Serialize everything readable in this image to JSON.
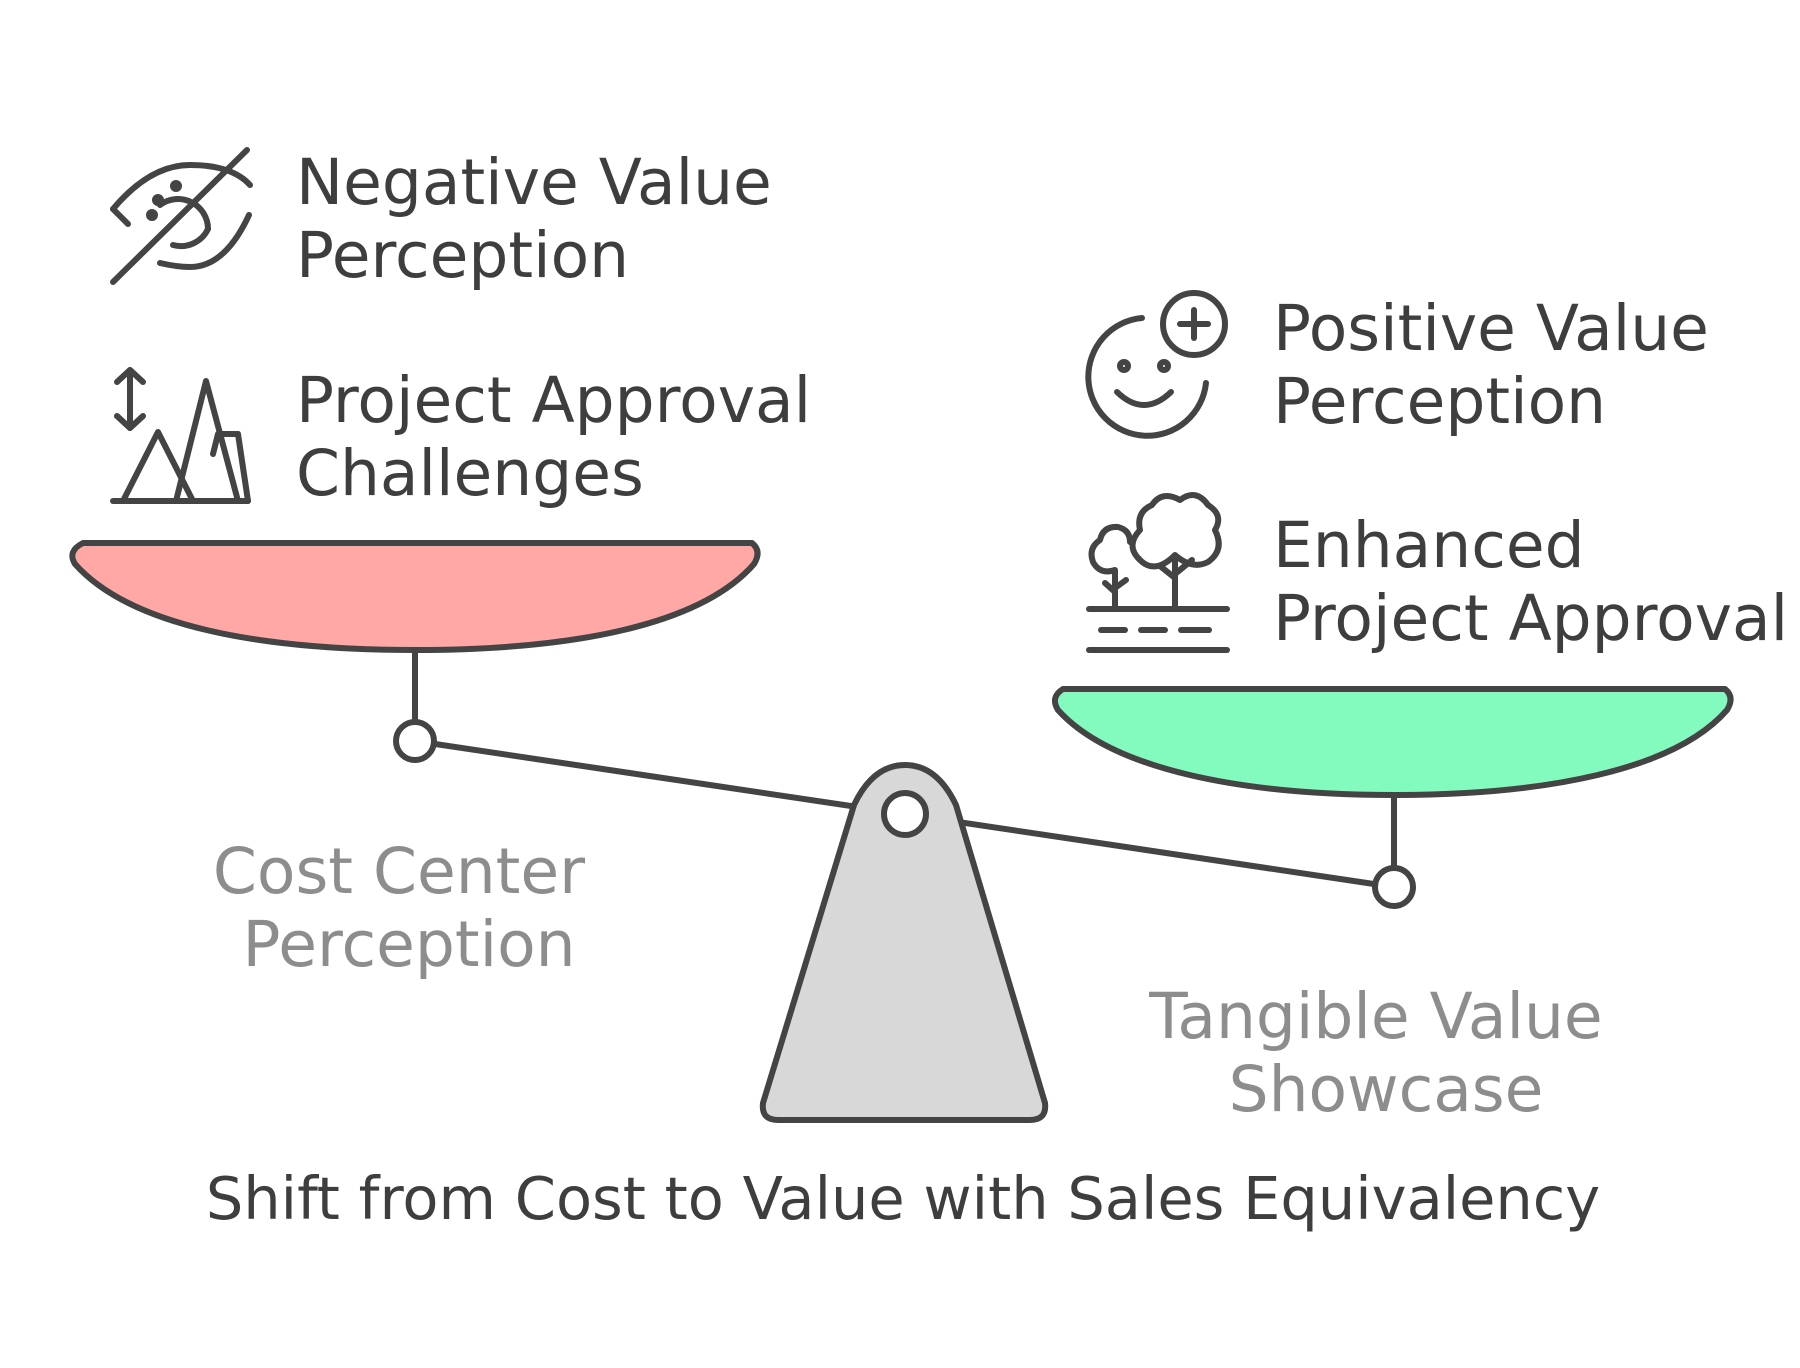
{
  "caption": "Shift from Cost to Value with Sales Equivalency",
  "left_side": {
    "label": [
      "Cost Center",
      "Perception"
    ],
    "pan_color": "#ffa8a5",
    "items": [
      {
        "icon": "eye-slash-icon",
        "lines": [
          "Negative Value",
          "Perception"
        ]
      },
      {
        "icon": "mountains-icon",
        "lines": [
          "Project Approval",
          "Challenges"
        ]
      }
    ]
  },
  "right_side": {
    "label": [
      "Tangible Value",
      "Showcase"
    ],
    "pan_color": "#83fbbf",
    "items": [
      {
        "icon": "smiley-plus-icon",
        "lines": [
          "Positive Value",
          "Perception"
        ]
      },
      {
        "icon": "trees-landscape-icon",
        "lines": [
          "Enhanced",
          "Project Approval"
        ]
      }
    ]
  },
  "fulcrum_color": "#d8d8d8"
}
